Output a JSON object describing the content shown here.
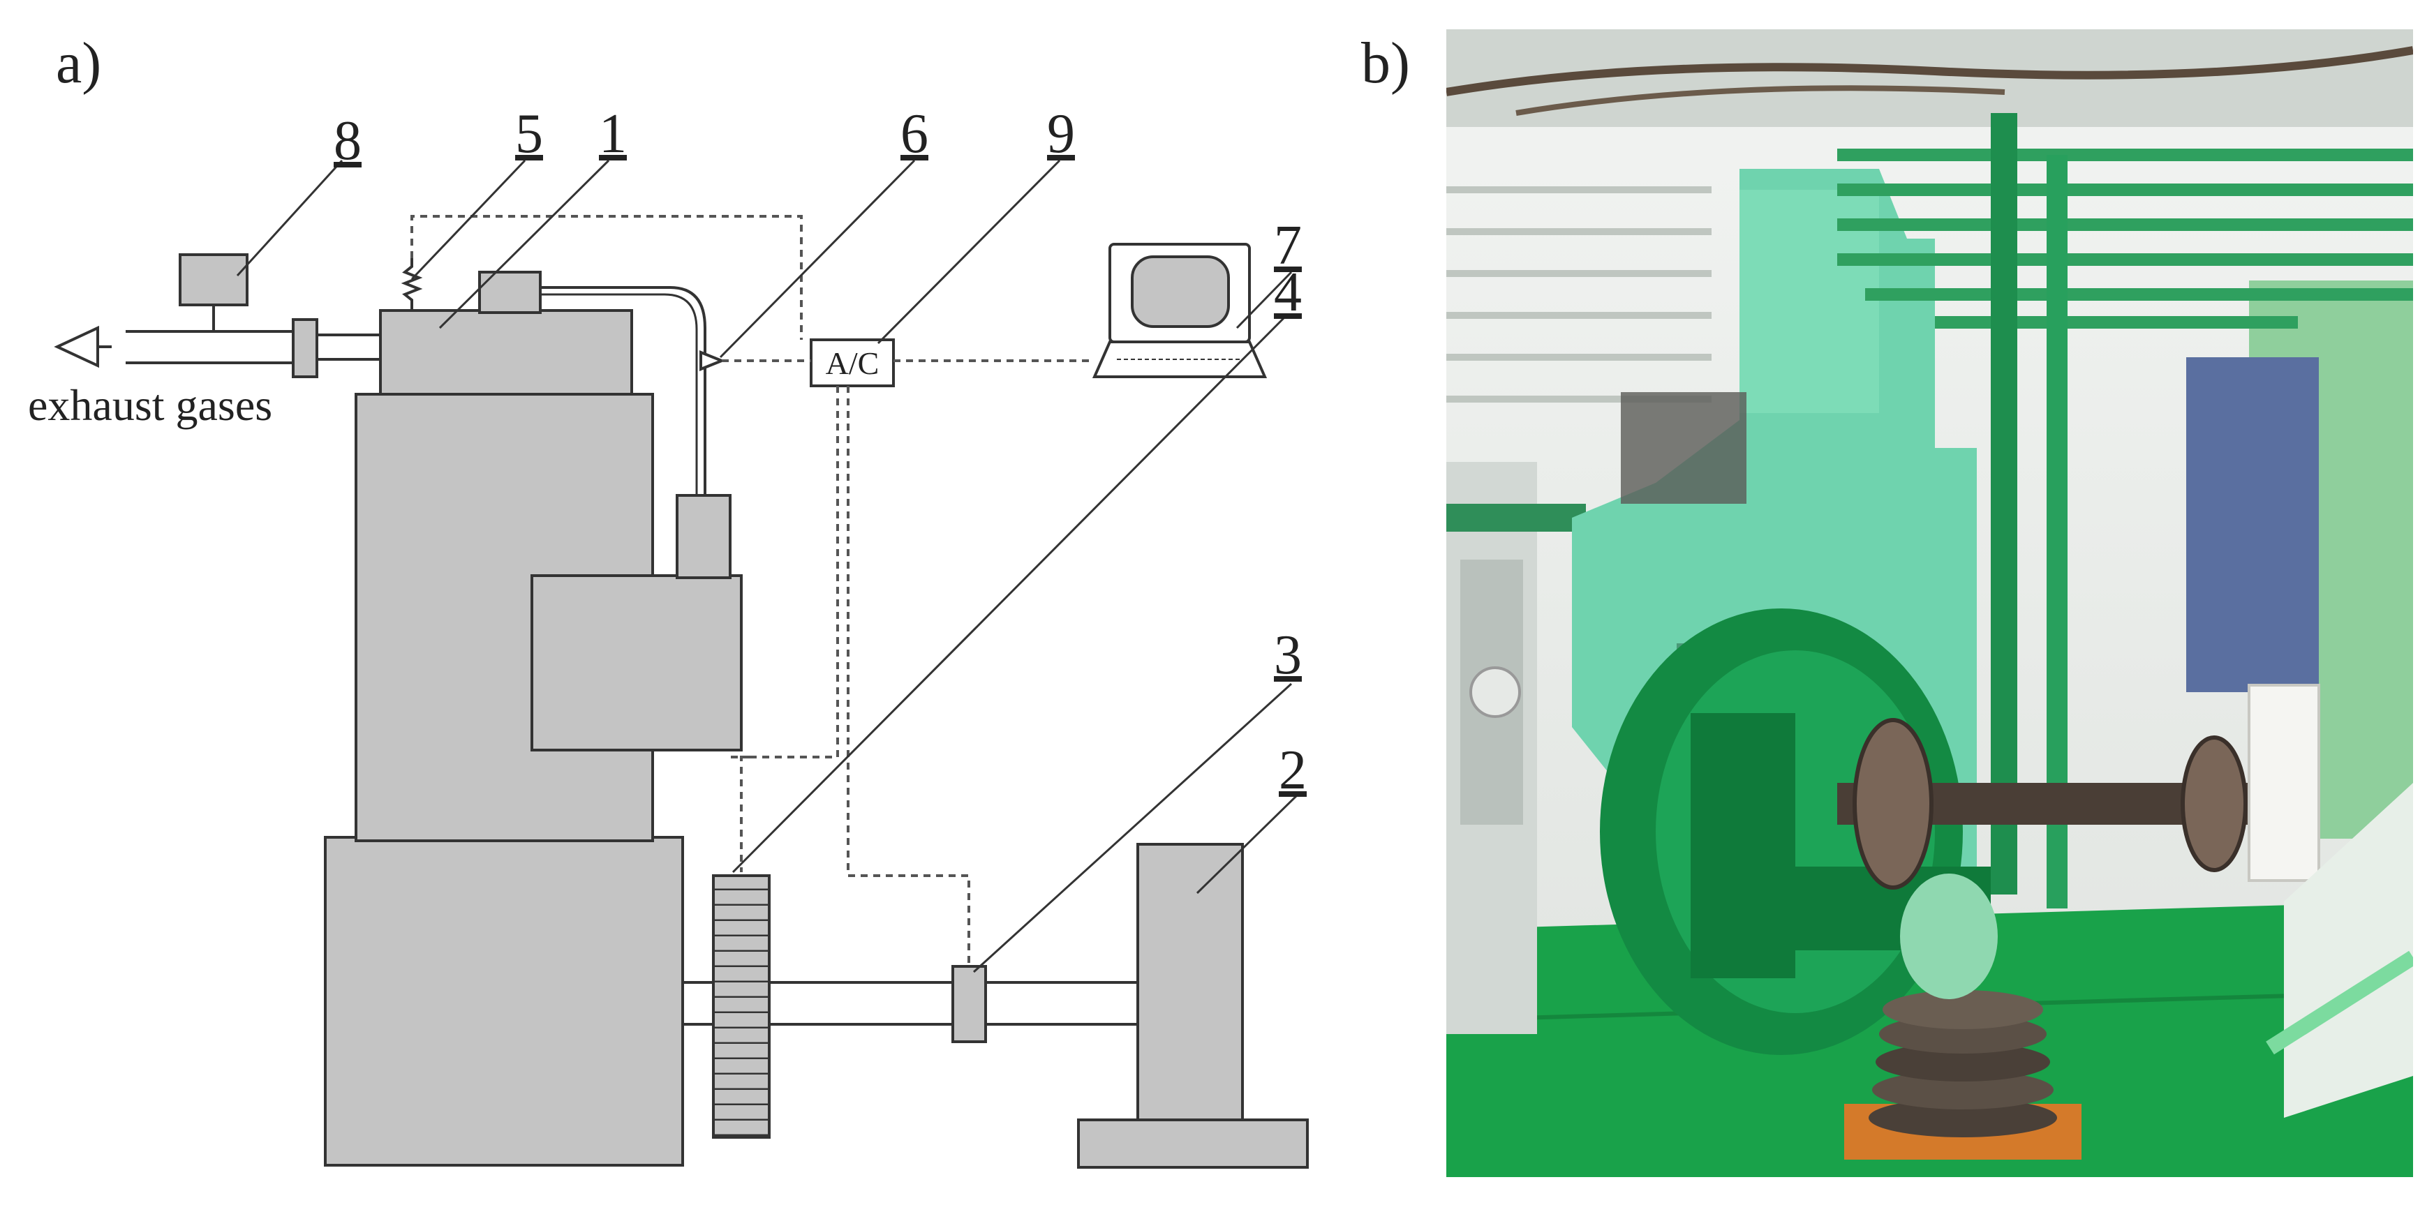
{
  "panel_a": {
    "letter": "a)",
    "labels": {
      "n1": "1",
      "n2": "2",
      "n3": "3",
      "n4": "4",
      "n5": "5",
      "n6": "6",
      "n7": "7",
      "n8": "8",
      "n9": "9"
    },
    "exhaust_caption": "exhaust gases",
    "converter_text": "A/C"
  },
  "panel_b": {
    "letter": "b)",
    "photo_description": "marine diesel engine test bench photograph"
  },
  "colors": {
    "component_fill": "#c4c4c4",
    "outline": "#333333",
    "signal_line": "#555555",
    "engine_green": "#6fd3ae",
    "floor_green": "#19a24a",
    "wall": "#e9ece8"
  }
}
